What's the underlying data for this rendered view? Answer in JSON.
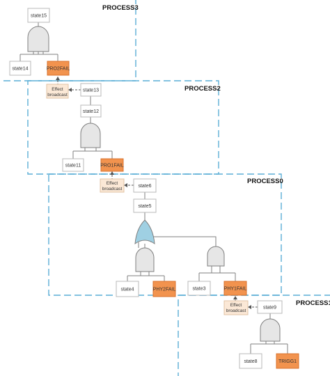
{
  "colors": {
    "process_border": "#5aaed6",
    "state_border": "#b8b8b8",
    "fail_fill": "#f2934e",
    "fail_border": "#d8722c",
    "effect_fill": "#fbe8d6",
    "effect_border": "#e2c3a4",
    "and_gate_fill": "#e6e6e6",
    "or_gate_fill": "#9fd0e3",
    "line": "#7f7f7f"
  },
  "processes": {
    "process3": "PROCESS3",
    "process2": "PROCESS2",
    "process0": "PROCESS0",
    "process1": "PROCESS1"
  },
  "nodes": {
    "state15": "state15",
    "state14": "state14",
    "pro2fail": "PRO2FAIL",
    "state13": "state13",
    "state12": "state12",
    "state11": "state11",
    "pro1fail": "PRO1FAIL",
    "state6": "state6",
    "state5": "state5",
    "state4": "state4",
    "phy2fail": "PHY2FAIL",
    "state3": "state3",
    "phy1fail": "PHY1FAIL",
    "state9": "state9",
    "state8": "state8",
    "trigg1": "TRIGG1"
  },
  "effect_broadcast": {
    "line1": "Effect",
    "line2": "broadcast"
  }
}
